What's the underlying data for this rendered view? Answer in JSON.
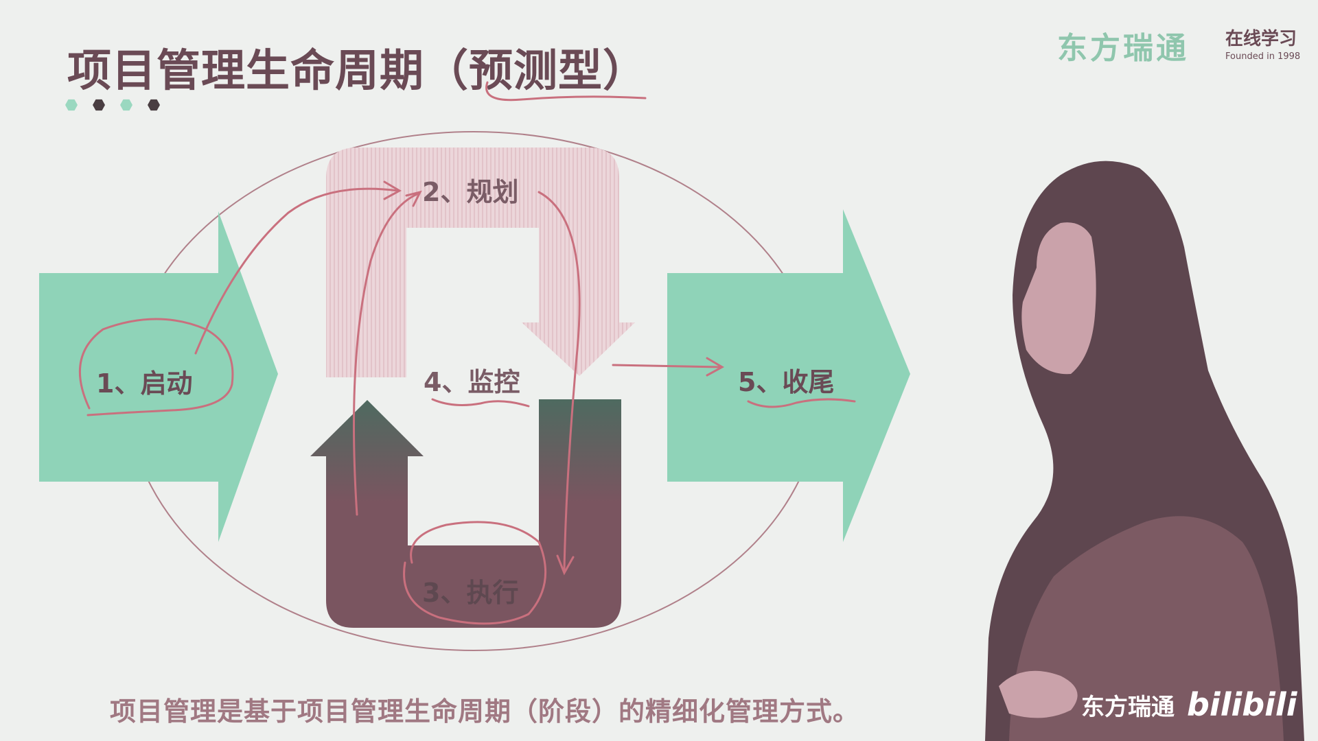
{
  "slide": {
    "title": "项目管理生命周期（预测型）",
    "subtitle": "项目管理是基于项目管理生命周期（阶段）的精细化管理方式。"
  },
  "brand": {
    "name": "东方瑞通",
    "mark_cn": "在线学习",
    "mark_en": "Founded in 1998"
  },
  "watermark": {
    "brand": "东方瑞通",
    "site": "bilibili"
  },
  "diagram": {
    "steps": [
      {
        "label": "1、启动"
      },
      {
        "label": "2、规划"
      },
      {
        "label": "3、执行"
      },
      {
        "label": "4、监控"
      },
      {
        "label": "5、收尾"
      }
    ]
  },
  "colors": {
    "background": "#eef0ee",
    "green_arrow": "#8fd3b8",
    "plan_arrow": "#e8cdd2",
    "exec_arrow": "#7a5560",
    "title_text": "#6a4a55",
    "annotation": "#c9707e",
    "ellipse": "#b0808a",
    "dot_green": "#9ad8c0",
    "dot_dark": "#4a3e42"
  }
}
